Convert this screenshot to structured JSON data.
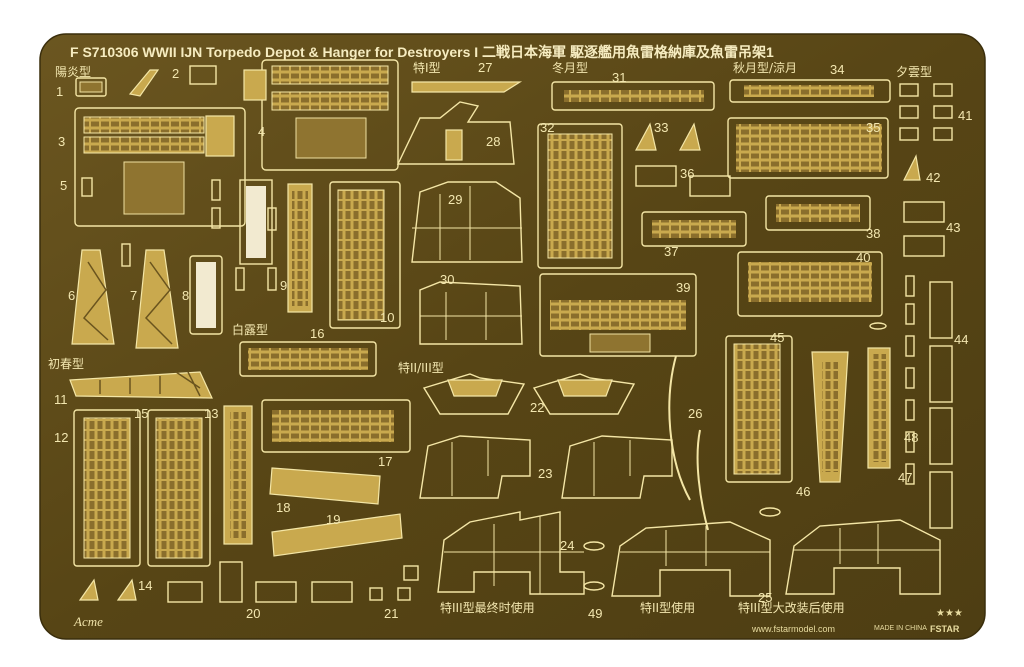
{
  "sheet": {
    "title": "F S710306 WWII IJN Torpedo Depot & Hanger for Destroyers I 二戦日本海軍 駆逐艦用魚雷格納庫及魚雷吊架1",
    "brand": "Acme",
    "website": "www.fstarmodel.com",
    "made_in": "MADE IN CHINA",
    "logo_text": "FSTAR",
    "colors": {
      "fret": "#5a4818",
      "brass": "#c9a94e",
      "edge": "#f4e6a6",
      "background": "#ffffff"
    }
  },
  "labels": {
    "kagero": "陽炎型",
    "toku": "特I型",
    "fuyuzuki": "冬月型",
    "akizuki": "秋月型/涼月",
    "yugumo": "夕雲型",
    "shiratsuyu": "白露型",
    "hatsuharu": "初春型",
    "toku23": "特II/III型",
    "toku3_final": "特III型最终时使用",
    "toku2_use": "特II型使用",
    "toku3_mod": "特III型大改装后使用"
  },
  "part_numbers": {
    "p1": "1",
    "p2": "2",
    "p3": "3",
    "p4": "4",
    "p5": "5",
    "p6": "6",
    "p7": "7",
    "p8": "8",
    "p9": "9",
    "p10": "10",
    "p11": "11",
    "p12": "12",
    "p13": "13",
    "p14": "14",
    "p15": "15",
    "p16": "16",
    "p17": "17",
    "p18": "18",
    "p19": "19",
    "p20": "20",
    "p21": "21",
    "p22": "22",
    "p23": "23",
    "p24": "24",
    "p25": "25",
    "p26": "26",
    "p27": "27",
    "p28": "28",
    "p29": "29",
    "p30": "30",
    "p31": "31",
    "p32": "32",
    "p33": "33",
    "p34": "34",
    "p35": "35",
    "p36": "36",
    "p37": "37",
    "p38": "38",
    "p39": "39",
    "p40": "40",
    "p41": "41",
    "p42": "42",
    "p43": "43",
    "p44": "44",
    "p45": "45",
    "p46": "46",
    "p47": "47",
    "p48": "48",
    "p49": "49"
  }
}
